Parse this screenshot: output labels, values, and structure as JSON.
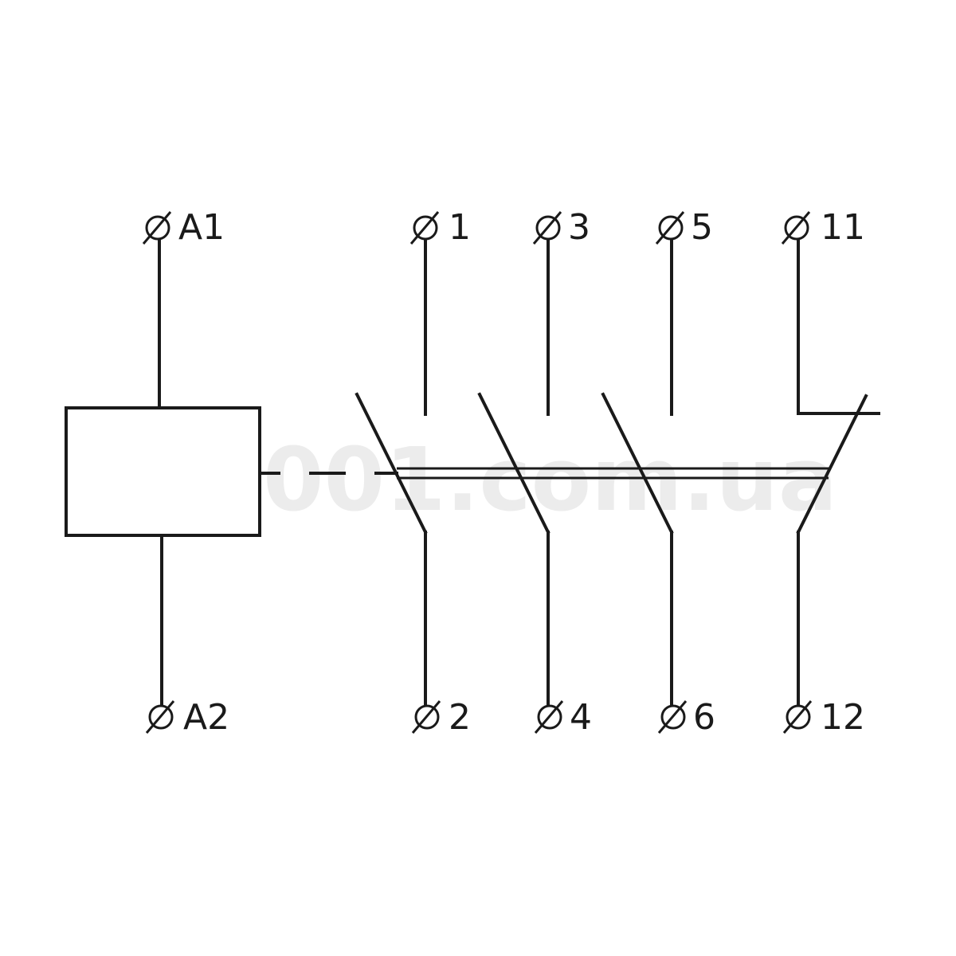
{
  "watermark": "001.com.ua",
  "coil": {
    "top_terminal": "A1",
    "bottom_terminal": "A2"
  },
  "main_poles": [
    {
      "top_terminal": "1",
      "bottom_terminal": "2",
      "contact_type": "normally-open"
    },
    {
      "top_terminal": "3",
      "bottom_terminal": "4",
      "contact_type": "normally-open"
    },
    {
      "top_terminal": "5",
      "bottom_terminal": "6",
      "contact_type": "normally-open"
    }
  ],
  "auxiliary_contact": {
    "top_terminal": "11",
    "bottom_terminal": "12",
    "contact_type": "normally-closed"
  },
  "terminal_symbol": "diameter-icon",
  "line_color": "#1a1a1a"
}
